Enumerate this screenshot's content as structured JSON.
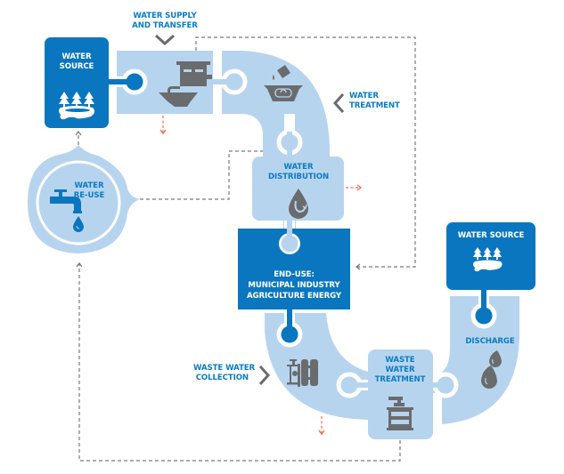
{
  "title": "Water cycle value chain",
  "colors": {
    "dark_blue": "#0a76c0",
    "light_blue": "#b7d4ef",
    "icon_gray": "#6a6b6d",
    "arrow_gray": "#7a7b7d",
    "dashed_gray": "#7a7a7a",
    "loss_orange": "#f26b4a",
    "label_blue": "#0a7cc4"
  },
  "stages": {
    "water_source_1": {
      "lines": [
        "WATER",
        "SOURCE"
      ],
      "icon": "trees-lake-icon"
    },
    "supply_transfer": {
      "lines": [
        "WATER SUPPLY",
        "AND TRANSFER"
      ],
      "icon": "pumping-station-icon"
    },
    "treatment": {
      "lines": [
        "WATER",
        "TREATMENT"
      ],
      "icon": "treatment-basin-icon"
    },
    "distribution": {
      "lines": [
        "WATER",
        "DISTRIBUTION"
      ],
      "icon": "water-drop-cycle-icon"
    },
    "end_use": {
      "lines": [
        "END-USE:",
        "MUNICIPAL INDUSTRY",
        "AGRICULTURE ENERGY"
      ]
    },
    "wastewater_collection": {
      "lines": [
        "WASTE WATER",
        "COLLECTION"
      ],
      "icon": "pipe-valve-icon"
    },
    "wastewater_treatment": {
      "lines": [
        "WASTE",
        "WATER",
        "TREATMENT"
      ],
      "icon": "filter-tank-icon"
    },
    "water_source_2": {
      "lines": [
        "WATER SOURCE"
      ],
      "icon": "trees-lake-icon"
    },
    "discharge": {
      "lines": [
        "DISCHARGE"
      ],
      "icon": "water-drops-icon"
    },
    "reuse": {
      "lines": [
        "WATER",
        "RE-USE"
      ],
      "icon": "faucet-icon"
    }
  }
}
